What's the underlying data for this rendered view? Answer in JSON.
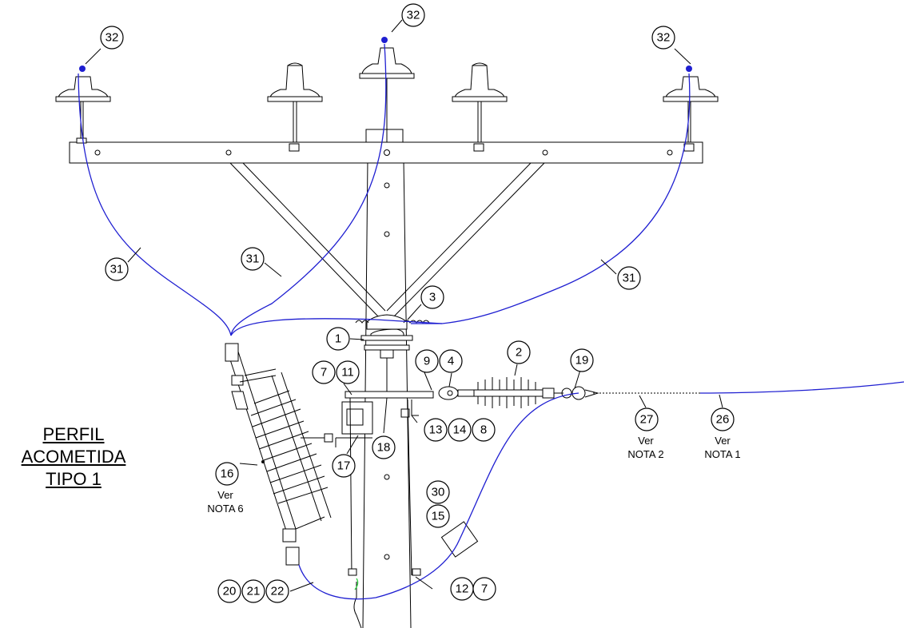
{
  "title": {
    "line1": "PERFIL",
    "line2": "ACOMETIDA",
    "line3": "TIPO 1"
  },
  "colors": {
    "conductor": "#1f1fd1",
    "ground": "#2ecc40",
    "line": "#000000"
  },
  "callouts": {
    "c32a": "32",
    "c32b": "32",
    "c32c": "32",
    "c31a": "31",
    "c31b": "31",
    "c31c": "31",
    "c3": "3",
    "c1": "1",
    "c2": "2",
    "c19": "19",
    "c9": "9",
    "c4": "4",
    "c7a": "7",
    "c11": "11",
    "c13": "13",
    "c14": "14",
    "c8": "8",
    "c18": "18",
    "c17": "17",
    "c16": "16",
    "c27": "27",
    "c26": "26",
    "c30": "30",
    "c15": "15",
    "c20": "20",
    "c21": "21",
    "c22": "22",
    "c12": "12",
    "c7b": "7"
  },
  "notes": {
    "n16_ver": "Ver",
    "n16_nota": "NOTA 6",
    "n27_ver": "Ver",
    "n27_nota": "NOTA 2",
    "n26_ver": "Ver",
    "n26_nota": "NOTA 1"
  }
}
